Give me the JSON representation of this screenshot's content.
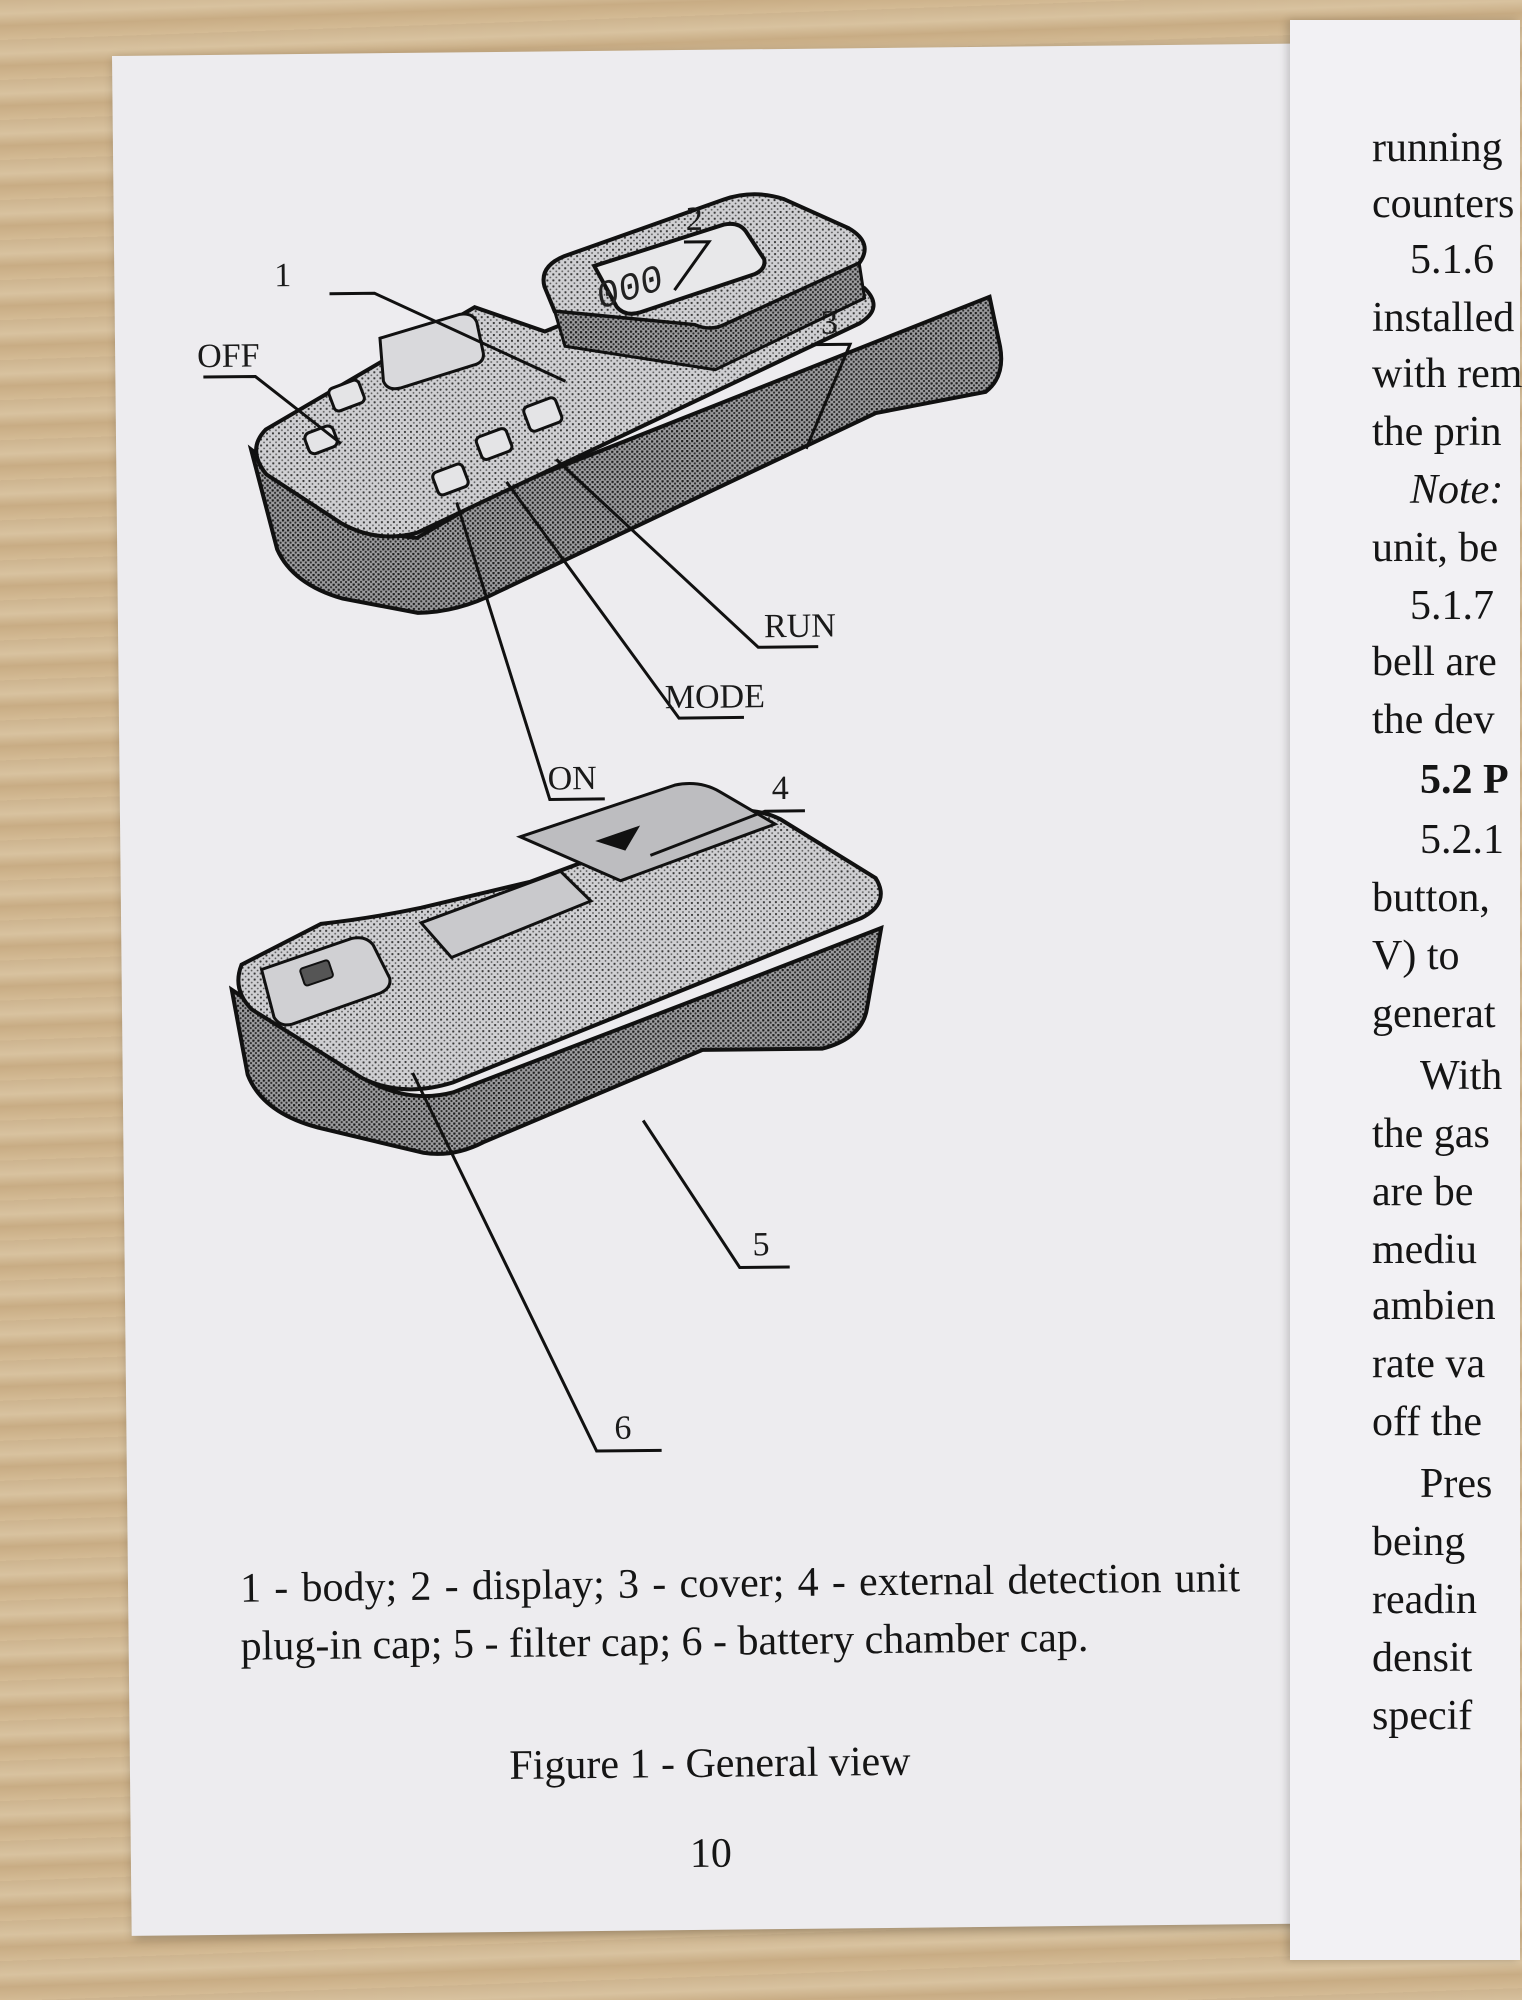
{
  "left_page": {
    "callouts": {
      "one": "1",
      "two": "2",
      "three": "3",
      "four": "4",
      "five": "5",
      "six": "6",
      "off": "OFF",
      "run": "RUN",
      "mode": "MODE",
      "on": "ON"
    },
    "display_reading": "000",
    "caption": "1 - body; 2 - display; 3 - cover; 4 - external detection unit plug-in cap; 5 - filter cap; 6 - battery chamber cap.",
    "figure_title": "Figure 1 - General view",
    "page_number": "10"
  },
  "right_page": {
    "lines": [
      "running",
      "counters",
      "5.1.6",
      "installed",
      "with rem",
      "the prin",
      "Note:",
      "unit, be",
      "5.1.7",
      "bell are",
      "the dev",
      "5.2 P",
      "5.2.1",
      "button,",
      "V) to",
      "generat",
      "With",
      "the gas",
      "are be",
      "mediu",
      "ambien",
      "rate va",
      "off the",
      "Pres",
      "being",
      "readin",
      "densit",
      "specif"
    ]
  }
}
